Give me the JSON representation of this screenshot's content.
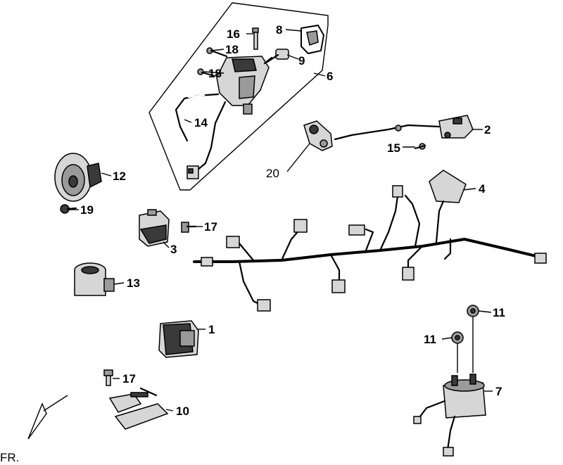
{
  "diagram": {
    "orientation_label": "FR.",
    "callouts": [
      {
        "id": "c1",
        "text": "1"
      },
      {
        "id": "c2",
        "text": "2"
      },
      {
        "id": "c3",
        "text": "3"
      },
      {
        "id": "c4",
        "text": "4"
      },
      {
        "id": "c6",
        "text": "6"
      },
      {
        "id": "c7",
        "text": "7"
      },
      {
        "id": "c8",
        "text": "8"
      },
      {
        "id": "c9",
        "text": "9"
      },
      {
        "id": "c10",
        "text": "10"
      },
      {
        "id": "c11a",
        "text": "11"
      },
      {
        "id": "c11b",
        "text": "11"
      },
      {
        "id": "c12",
        "text": "12"
      },
      {
        "id": "c13",
        "text": "13"
      },
      {
        "id": "c14",
        "text": "14"
      },
      {
        "id": "c15",
        "text": "15"
      },
      {
        "id": "c16",
        "text": "16"
      },
      {
        "id": "c17a",
        "text": "17"
      },
      {
        "id": "c17b",
        "text": "17"
      },
      {
        "id": "c18a",
        "text": "18"
      },
      {
        "id": "c18b",
        "text": "18"
      },
      {
        "id": "c19",
        "text": "19"
      },
      {
        "id": "c20",
        "text": "20"
      }
    ]
  }
}
